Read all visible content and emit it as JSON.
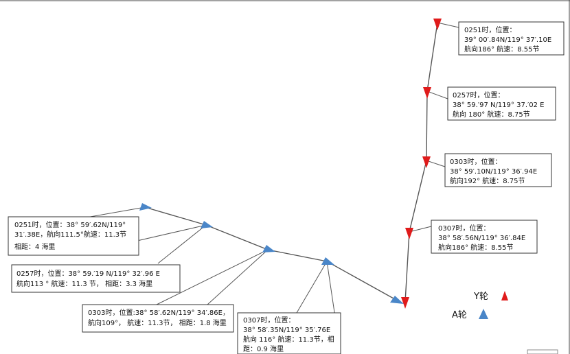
{
  "colors": {
    "ship_y": "#e01b1b",
    "ship_a": "#4a86c8",
    "line": "#555555",
    "box_border": "#333333",
    "text": "#111111"
  },
  "ship_y": {
    "legend_label": "Y轮",
    "positions": [
      {
        "lines": [
          "0251时，位置：",
          "39° 00′.84N/119° 37′.10E",
          "航向186° 航速：8.55节"
        ]
      },
      {
        "lines": [
          "0257时，位置：",
          "38° 59.′97 N/119° 37.′02 E",
          "航向 180° 航速：8.75节"
        ]
      },
      {
        "lines": [
          "0303时，位置：",
          "38° 59′.10N/119° 36′.94E",
          "航向192° 航速：8.75节"
        ]
      },
      {
        "lines": [
          "0307时，位置：",
          "38° 58′.56N/119° 36′.84E",
          "航向186° 航速：8.55节"
        ]
      }
    ]
  },
  "ship_a": {
    "legend_label": "A轮",
    "positions": [
      {
        "lines": [
          "0251时，位置：38° 59′.62N/119°",
          "31′.38E，航向111.5°航速：11.3节",
          "相距：4 海里"
        ]
      },
      {
        "lines": [
          "0257时，位置：38° 59.′19 N/119° 32′.96 E",
          "航向113 ° 航速：11.3 节， 相距：3.3 海里"
        ]
      },
      {
        "lines": [
          "0303时，位置:38° 58′.62N/119° 34′.86E，",
          "航向109°， 航速：11.3节， 相距：1.8 海里"
        ]
      },
      {
        "lines": [
          "0307时，位置：",
          "38° 58′.35N/119° 35′.76E",
          "航向 116° 航速：11.3节，相",
          "距：0.9 海里"
        ]
      }
    ]
  }
}
